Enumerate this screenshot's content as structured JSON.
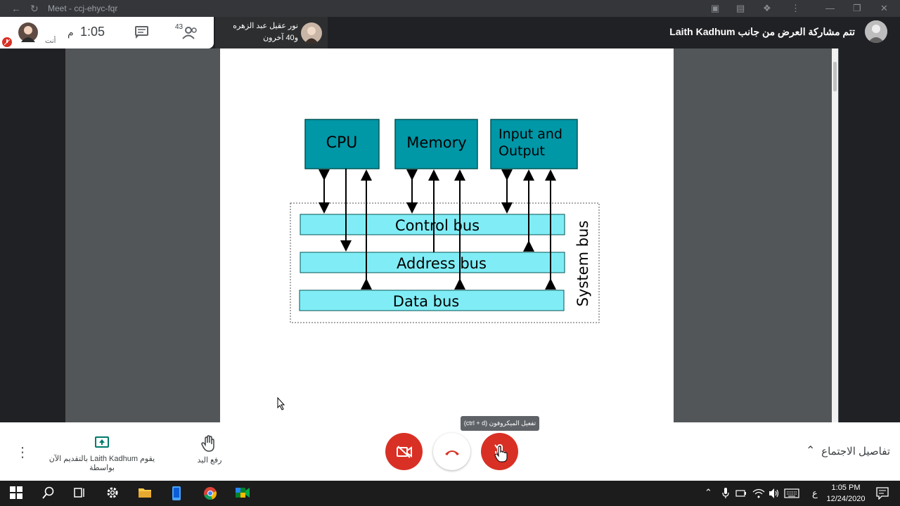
{
  "browser": {
    "title": "Meet - ccj-ehyc-fqr"
  },
  "meet": {
    "you_label": "أنت",
    "time": "1:05",
    "time_suffix": "م",
    "participants_count": "43",
    "presenter_name": "نور عقيل عبد الزهره",
    "presenter_others": "و40 آخرون",
    "sharing_banner": "تتم مشاركة العرض من جانب Laith Kadhum"
  },
  "diagram": {
    "boxes": [
      "CPU",
      "Memory",
      "Input and",
      "Output"
    ],
    "buses": [
      "Control bus",
      "Address bus",
      "Data bus"
    ],
    "group_label": "System bus"
  },
  "controls": {
    "presenting_label": "يقوم Laith Kadhum بالتقديم الآن بواسطة",
    "presenting_name": "Laith Kadhum",
    "raise_hand": "رفع اليد",
    "mic_tooltip": "تفعيل الميكروفون (ctrl + d)",
    "meeting_details": "تفاصيل الاجتماع"
  },
  "taskbar": {
    "lang": "ع",
    "clock_time": "1:05 PM",
    "clock_date": "12/24/2020"
  },
  "colors": {
    "box_fill": "#0097a7",
    "bus_fill": "#80edf6",
    "danger": "#d93025",
    "meet_green": "#00796b"
  }
}
